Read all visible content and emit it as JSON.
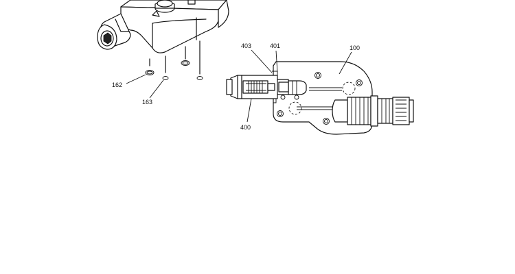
{
  "callouts": {
    "c162": "162",
    "c163": "163",
    "c403": "403",
    "c401": "401",
    "c100": "100",
    "c400": "400"
  }
}
